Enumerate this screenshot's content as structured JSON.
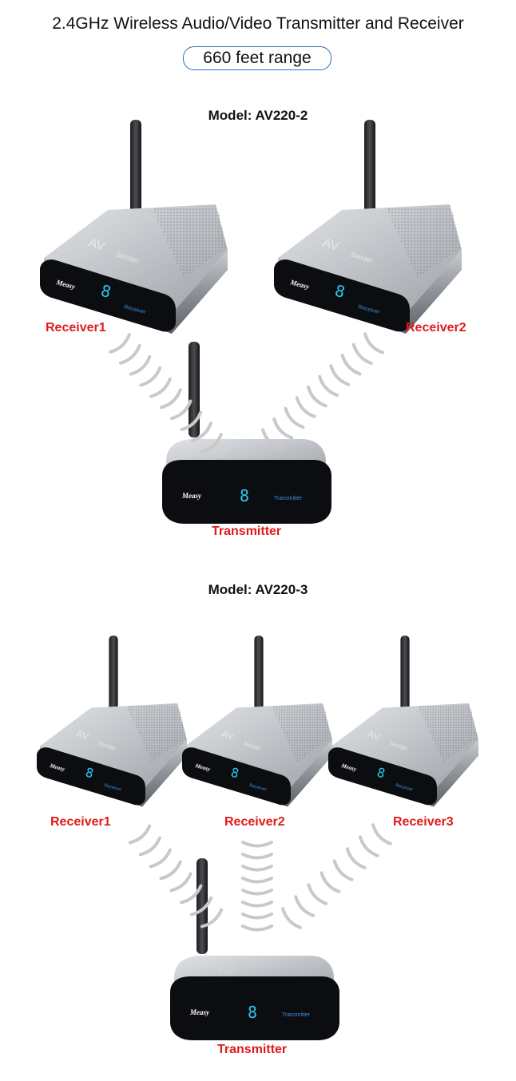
{
  "header": {
    "title": "2.4GHz Wireless Audio/Video Transmitter and Receiver",
    "range_badge": "660 feet range"
  },
  "section_1": {
    "model": "Model: AV220-2",
    "receiver_labels": [
      "Receiver1",
      "Receiver2"
    ],
    "transmitter_label": "Transmitter"
  },
  "section_2": {
    "model": "Model: AV220-3",
    "receiver_labels": [
      "Receiver1",
      "Receiver2",
      "Receiver3"
    ],
    "transmitter_label": "Transmitter"
  },
  "device_text": {
    "brand": "Measy",
    "display_digit": "8",
    "receiver_tag": "Receiver",
    "transmitter_tag": "Transmitter",
    "logo_av": "AV",
    "logo_sender": "Sender"
  },
  "colors": {
    "label_red": "#e01b1b",
    "badge_border": "#2a6fb8",
    "display_cyan": "#2cc7ef"
  }
}
